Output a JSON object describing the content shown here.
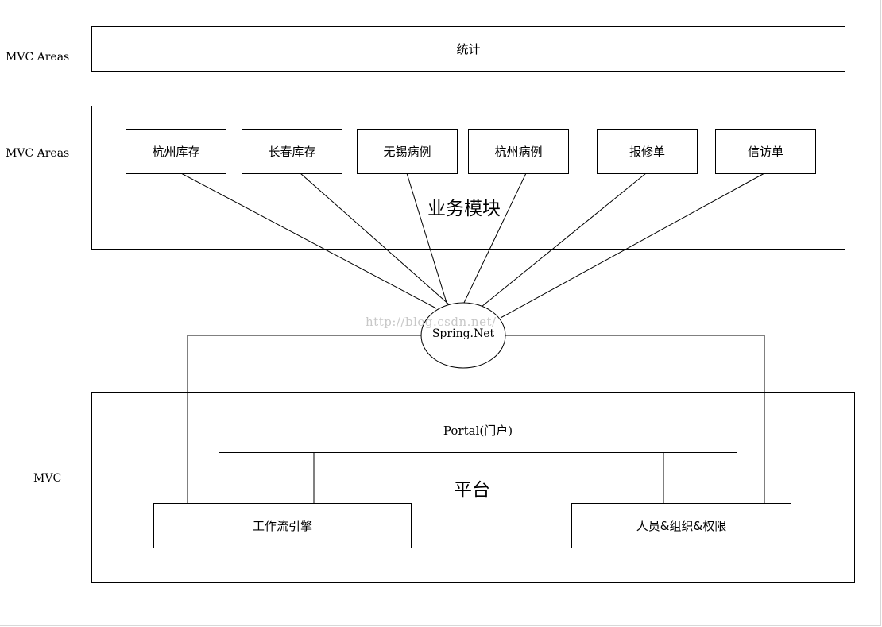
{
  "side_labels": {
    "row1": "MVC Areas",
    "row2": "MVC Areas",
    "row3": "MVC"
  },
  "stats_box": {
    "label": "统计"
  },
  "business": {
    "title": "业务模块",
    "modules": [
      "杭州库存",
      "长春库存",
      "无锡病例",
      "杭州病例",
      "报修单",
      "信访单"
    ]
  },
  "watermark": "http://blog.csdn.net/",
  "spring": {
    "label": "Spring.Net"
  },
  "platform": {
    "title": "平台",
    "portal": "Portal(门户)",
    "workflow": "工作流引擎",
    "people": "人员&组织&权限"
  }
}
